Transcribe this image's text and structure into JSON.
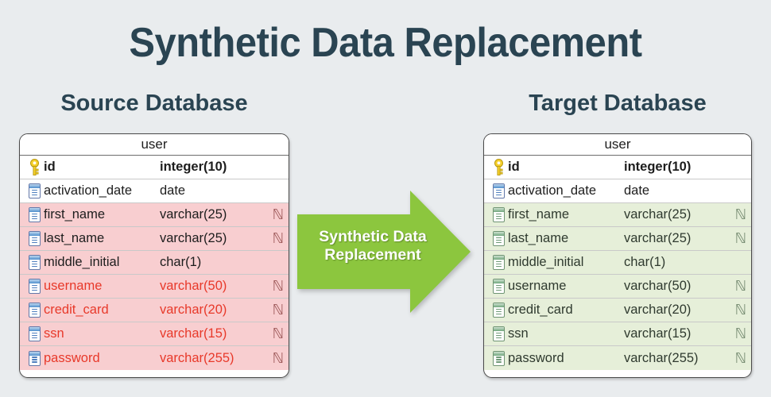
{
  "page": {
    "title": "Synthetic Data Replacement",
    "background_color": "#e9ecee",
    "title_color": "#2a4452"
  },
  "arrow": {
    "label_line1": "Synthetic Data",
    "label_line2": "Replacement",
    "color": "#8cc63e",
    "text_color": "#ffffff",
    "direction": "right"
  },
  "source": {
    "caption": "Source Database",
    "table_name": "user",
    "highlight_color": "#f8ced0",
    "alert_text_color": "#e8392a",
    "columns": [
      {
        "icon": "key-icon",
        "name": "id",
        "type": "integer(10)",
        "nullable": "",
        "state": "pk"
      },
      {
        "icon": "column-icon",
        "name": "activation_date",
        "type": "date",
        "nullable": "",
        "state": "plain"
      },
      {
        "icon": "column-icon",
        "name": "first_name",
        "type": "varchar(25)",
        "nullable": "ℕ",
        "state": "pink"
      },
      {
        "icon": "column-icon",
        "name": "last_name",
        "type": "varchar(25)",
        "nullable": "ℕ",
        "state": "pink"
      },
      {
        "icon": "column-icon",
        "name": "middle_initial",
        "type": "char(1)",
        "nullable": "",
        "state": "pink"
      },
      {
        "icon": "column-icon",
        "name": "username",
        "type": "varchar(50)",
        "nullable": "ℕ",
        "state": "pink alert"
      },
      {
        "icon": "column-icon",
        "name": "credit_card",
        "type": "varchar(20)",
        "nullable": "ℕ",
        "state": "pink alert"
      },
      {
        "icon": "column-icon",
        "name": "ssn",
        "type": "varchar(15)",
        "nullable": "ℕ",
        "state": "pink alert"
      },
      {
        "icon": "column-icon",
        "name": "password",
        "type": "varchar(255)",
        "nullable": "ℕ",
        "state": "pink alert"
      }
    ]
  },
  "target": {
    "caption": "Target Database",
    "table_name": "user",
    "highlight_color": "#e6efd9",
    "columns": [
      {
        "icon": "key-icon",
        "name": "id",
        "type": "integer(10)",
        "nullable": "",
        "state": "pk"
      },
      {
        "icon": "column-icon",
        "name": "activation_date",
        "type": "date",
        "nullable": "",
        "state": "plain"
      },
      {
        "icon": "column-icon",
        "name": "first_name",
        "type": "varchar(25)",
        "nullable": "ℕ",
        "state": "green"
      },
      {
        "icon": "column-icon",
        "name": "last_name",
        "type": "varchar(25)",
        "nullable": "ℕ",
        "state": "green"
      },
      {
        "icon": "column-icon",
        "name": "middle_initial",
        "type": "char(1)",
        "nullable": "",
        "state": "green"
      },
      {
        "icon": "column-icon",
        "name": "username",
        "type": "varchar(50)",
        "nullable": "ℕ",
        "state": "green"
      },
      {
        "icon": "column-icon",
        "name": "credit_card",
        "type": "varchar(20)",
        "nullable": "ℕ",
        "state": "green"
      },
      {
        "icon": "column-icon",
        "name": "ssn",
        "type": "varchar(15)",
        "nullable": "ℕ",
        "state": "green"
      },
      {
        "icon": "column-icon",
        "name": "password",
        "type": "varchar(255)",
        "nullable": "ℕ",
        "state": "green"
      }
    ]
  }
}
